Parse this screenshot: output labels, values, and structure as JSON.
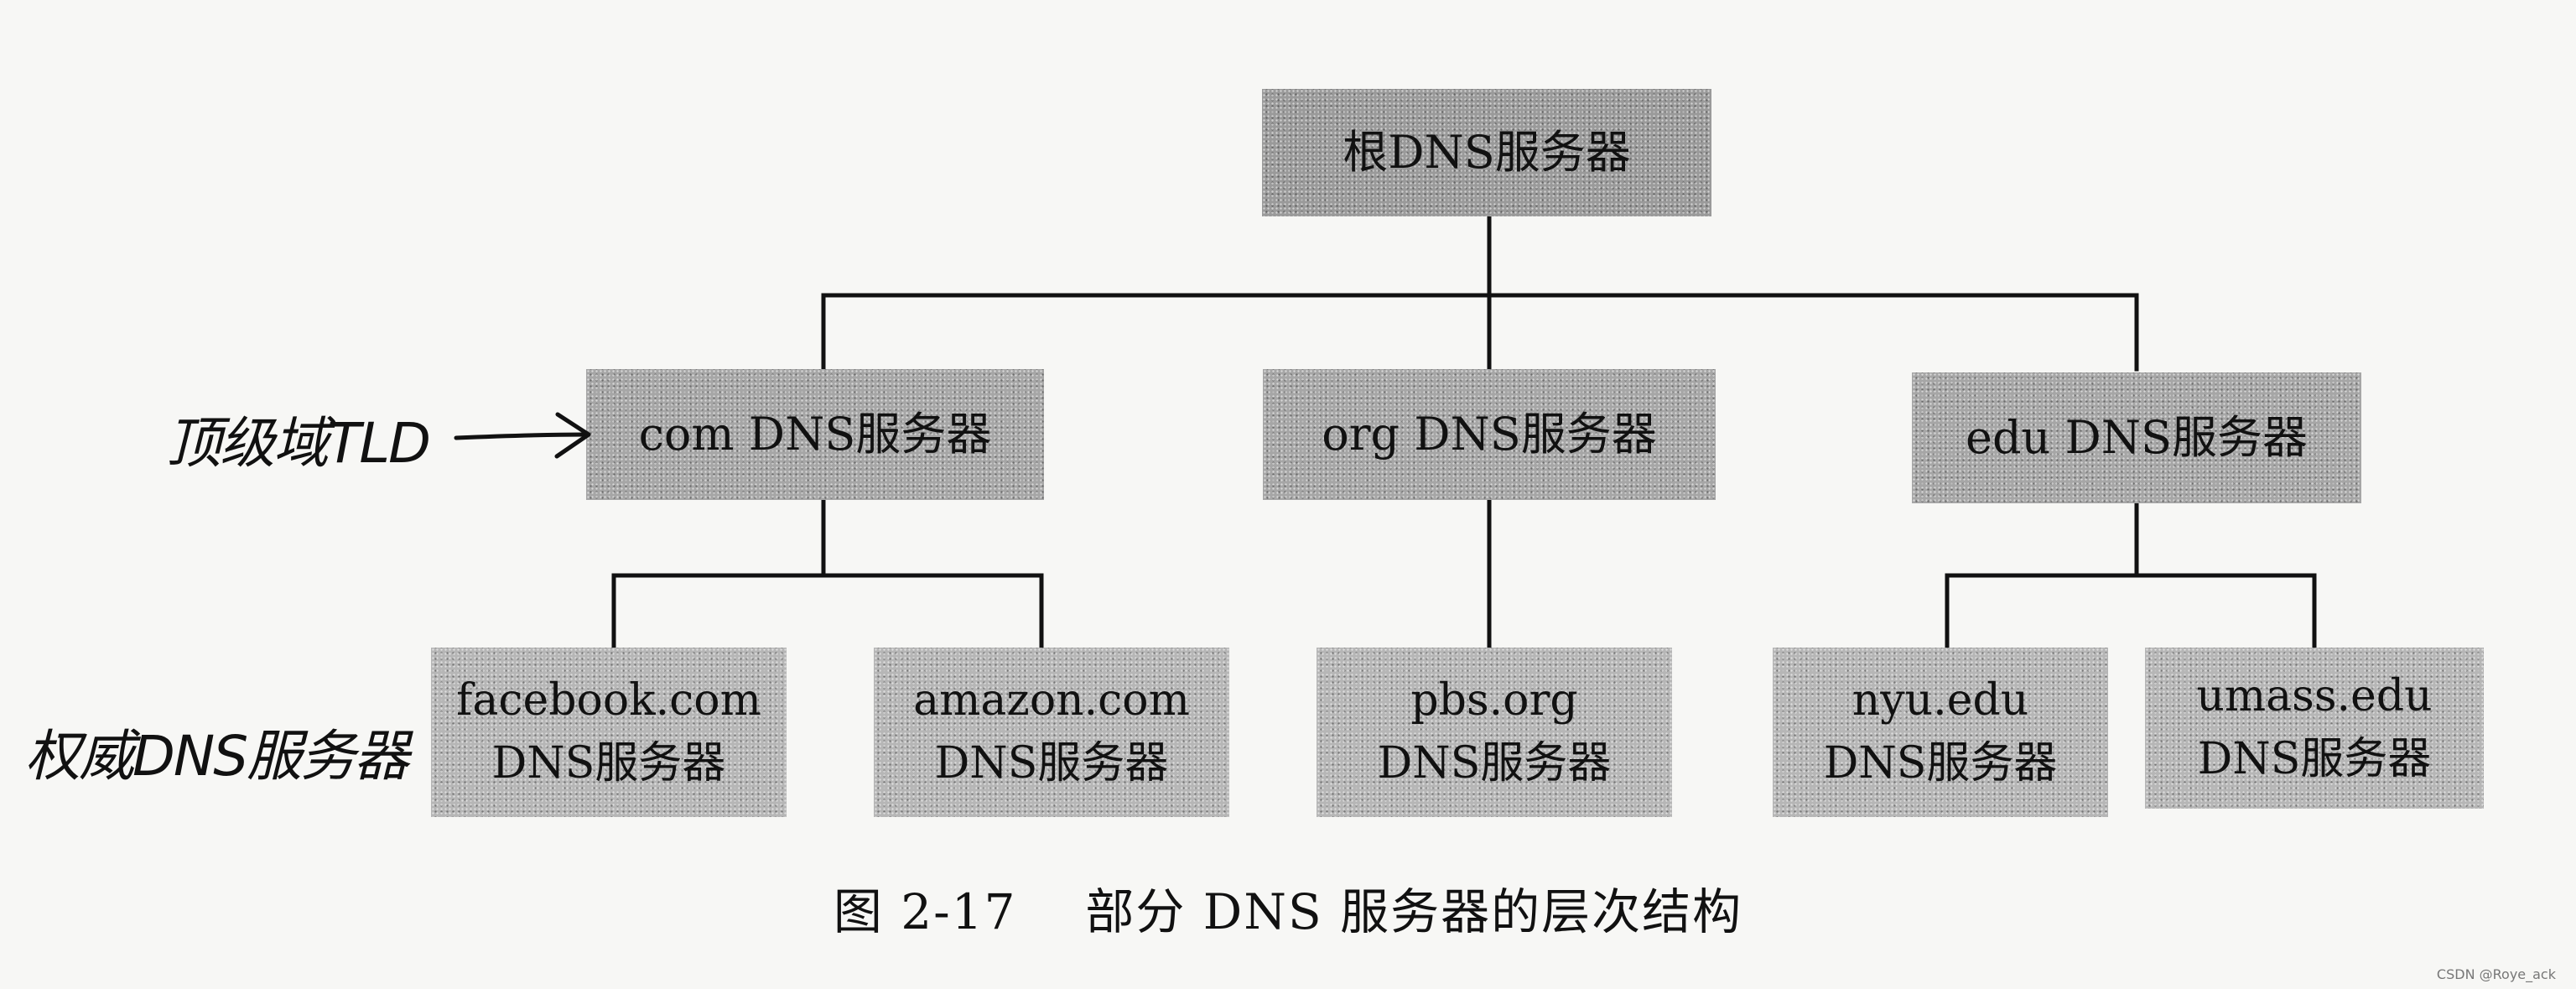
{
  "diagram": {
    "root": {
      "line": "根DNS服务器"
    },
    "tlds": [
      {
        "line": "com DNS服务器"
      },
      {
        "line": "org DNS服务器"
      },
      {
        "line": "edu DNS服务器"
      }
    ],
    "authoritative": [
      {
        "line1": "facebook.com",
        "line2": "DNS服务器"
      },
      {
        "line1": "amazon.com",
        "line2": "DNS服务器"
      },
      {
        "line1": "pbs.org",
        "line2": "DNS服务器"
      },
      {
        "line1": "nyu.edu",
        "line2": "DNS服务器"
      },
      {
        "line1": "umass.edu",
        "line2": "DNS服务器"
      }
    ],
    "annotations": {
      "tld": "顶级域TLD",
      "authoritative": "权威DNS服务器"
    },
    "caption": {
      "number": "图 2-17",
      "text": "部分 DNS 服务器的层次结构"
    },
    "watermark": "CSDN @Roye_ack"
  }
}
